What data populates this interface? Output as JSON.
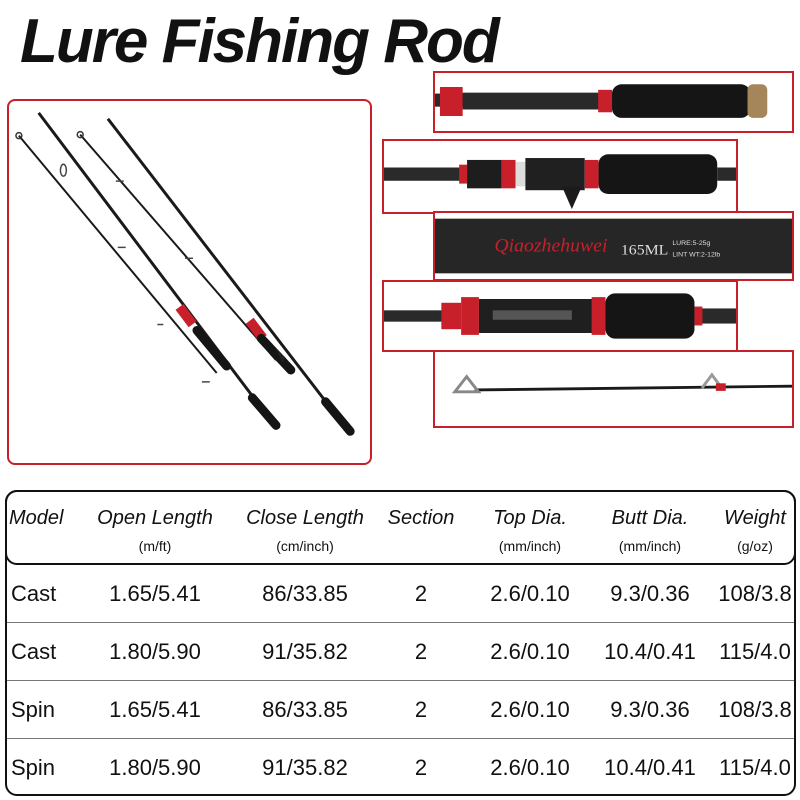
{
  "title": "Lure Fishing Rod",
  "brand_label": "Qiaozhehuwei",
  "rod_model_label": "165ML",
  "rod_spec_line1": "LURE:5-25g",
  "rod_spec_line2": "LINT WT:2-12lb",
  "colors": {
    "accent": "#c8202a",
    "grip": "#151515",
    "blank": "#2a2a2a"
  },
  "table": {
    "headers": [
      {
        "name": "Model",
        "unit": ""
      },
      {
        "name": "Open Length",
        "unit": "(m/ft)"
      },
      {
        "name": "Close Length",
        "unit": "(cm/inch)"
      },
      {
        "name": "Section",
        "unit": ""
      },
      {
        "name": "Top Dia.",
        "unit": "(mm/inch)"
      },
      {
        "name": "Butt Dia.",
        "unit": "(mm/inch)"
      },
      {
        "name": "Weight",
        "unit": "(g/oz)"
      }
    ],
    "rows": [
      [
        "Cast",
        "1.65/5.41",
        "86/33.85",
        "2",
        "2.6/0.10",
        "9.3/0.36",
        "108/3.8"
      ],
      [
        "Cast",
        "1.80/5.90",
        "91/35.82",
        "2",
        "2.6/0.10",
        "10.4/0.41",
        "115/4.0"
      ],
      [
        "Spin",
        "1.65/5.41",
        "86/33.85",
        "2",
        "2.6/0.10",
        "9.3/0.36",
        "108/3.8"
      ],
      [
        "Spin",
        "1.80/5.90",
        "91/35.82",
        "2",
        "2.6/0.10",
        "10.4/0.41",
        "115/4.0"
      ]
    ]
  }
}
